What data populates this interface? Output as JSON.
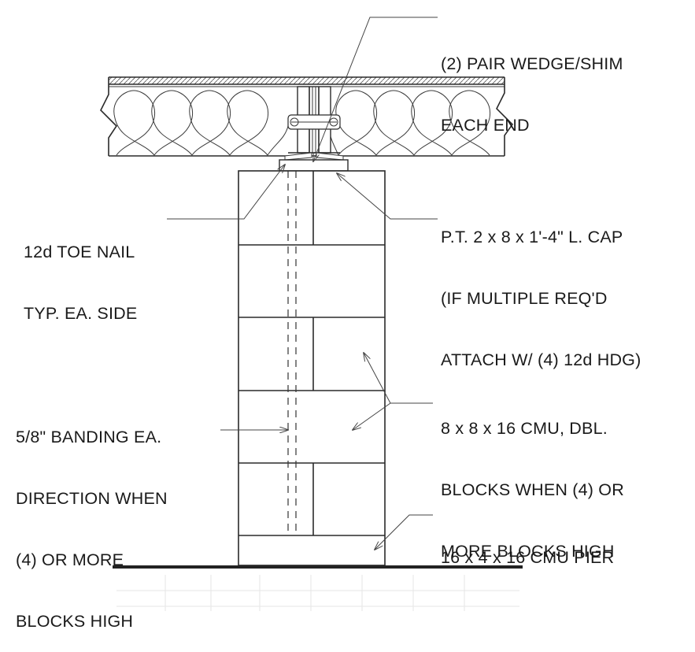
{
  "callouts": {
    "wedge": [
      "(2) PAIR WEDGE/SHIM",
      "EACH END"
    ],
    "toe_nail": [
      "12d TOE NAIL",
      "TYP. EA. SIDE"
    ],
    "cap": [
      "P.T. 2 x 8 x 1'-4\" L. CAP",
      "(IF MULTIPLE REQ'D",
      "ATTACH W/ (4) 12d HDG)"
    ],
    "banding": [
      "5/8\" BANDING EA.",
      "DIRECTION WHEN",
      "(4) OR MORE",
      "BLOCKS HIGH"
    ],
    "cmu": [
      "8 x 8 x 16 CMU, DBL.",
      "BLOCKS WHEN (4) OR",
      "MORE BLOCKS HIGH"
    ],
    "pier": [
      "16 x 4 x 16 CMU PIER"
    ]
  }
}
